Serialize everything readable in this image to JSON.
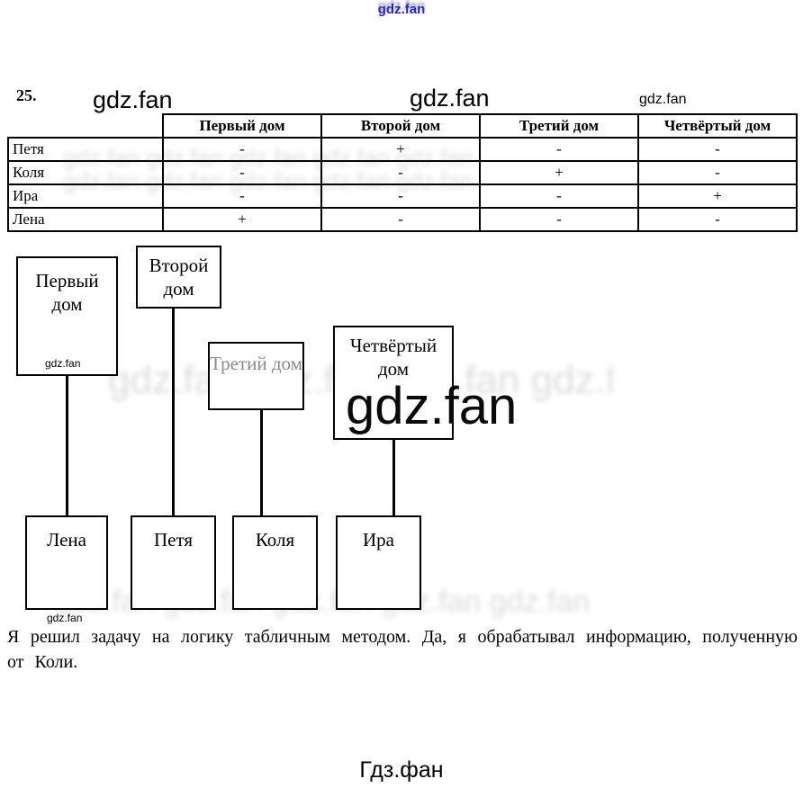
{
  "colors": {
    "watermark_blue": "#2323e6",
    "faded_gray": "#8a8a8a"
  },
  "watermarks": {
    "top": "gdz.fan",
    "header_left": "gdz.fan",
    "header_center": "gdz.fan",
    "header_right": "gdz.fan",
    "big": "gdz.fan",
    "house_small": "gdz.fan",
    "footer_small": "gdz.fan",
    "artifact": "gdz.fan gdz.fan gdz.fan gdz.fan gdz.fan",
    "brand": "Гдз.фан"
  },
  "problem": {
    "number": "25."
  },
  "table": {
    "columns": [
      "Первый дом",
      "Второй дом",
      "Третий дом",
      "Четвёртый дом"
    ],
    "rows": [
      {
        "name": "Петя",
        "values": [
          "-",
          "+",
          "-",
          "-"
        ]
      },
      {
        "name": "Коля",
        "values": [
          "-",
          "-",
          "+",
          "-"
        ]
      },
      {
        "name": "Ира",
        "values": [
          "-",
          "-",
          "-",
          "+"
        ]
      },
      {
        "name": "Лена",
        "values": [
          "+",
          "-",
          "-",
          "-"
        ]
      }
    ]
  },
  "diagram": {
    "houses": [
      "Первый дом",
      "Второй дом",
      "Третий дом",
      "Четвёртый дом"
    ],
    "names": [
      "Лена",
      "Петя",
      "Коля",
      "Ира"
    ]
  },
  "answer": {
    "text": "Я решил задачу на логику табличным методом. Да, я обрабатывал информацию, полученную от Коли."
  }
}
